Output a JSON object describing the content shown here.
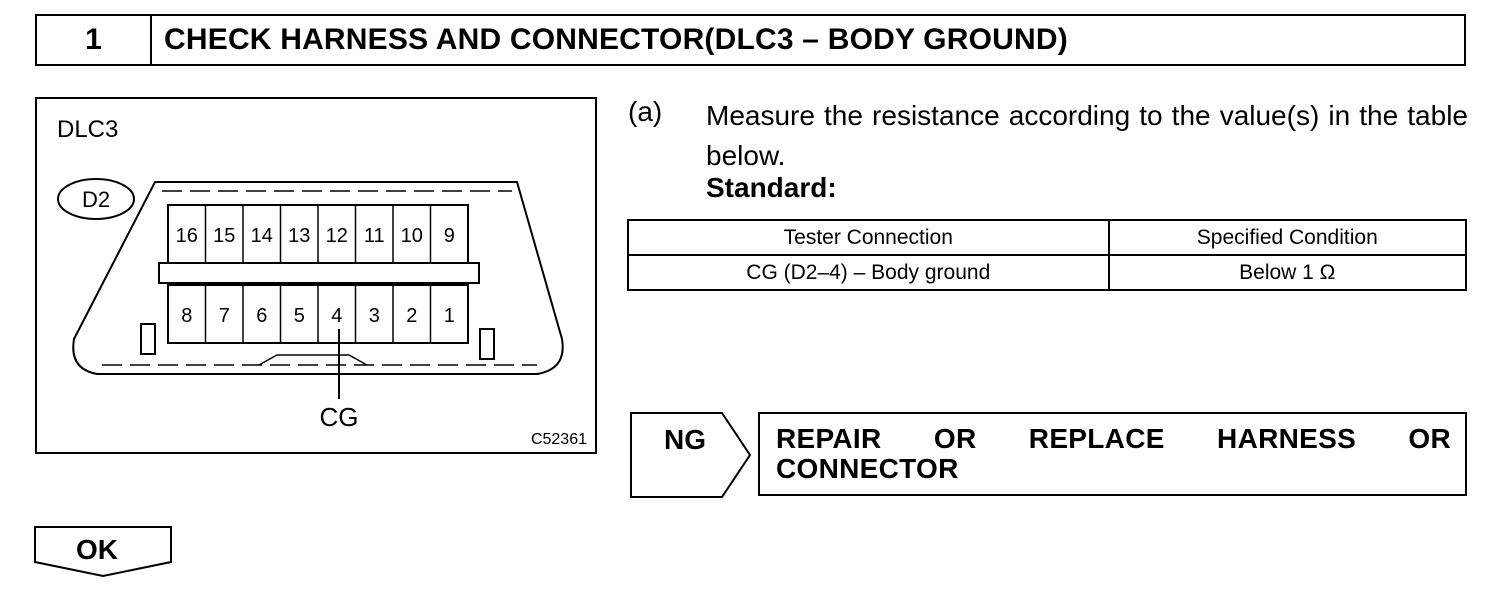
{
  "step": {
    "number": "1",
    "title": "CHECK HARNESS AND CONNECTOR(DLC3 – BODY GROUND)"
  },
  "figure": {
    "connector_name": "DLC3",
    "connector_code": "D2",
    "upper_pins": [
      "16",
      "15",
      "14",
      "13",
      "12",
      "11",
      "10",
      "9"
    ],
    "lower_pins": [
      "8",
      "7",
      "6",
      "5",
      "4",
      "3",
      "2",
      "1"
    ],
    "callout_label": "CG",
    "figure_id": "C52361"
  },
  "instruction": {
    "marker": "(a)",
    "text": "Measure the resistance according to the value(s) in the table below.",
    "standard_label": "Standard:"
  },
  "spec_table": {
    "headers": [
      "Tester Connection",
      "Specified Condition"
    ],
    "rows": [
      [
        "CG (D2–4) – Body ground",
        "Below 1 Ω"
      ]
    ]
  },
  "ng": {
    "label": "NG",
    "action": "REPAIR OR REPLACE HARNESS OR CONNECTOR"
  },
  "ok": {
    "label": "OK"
  }
}
